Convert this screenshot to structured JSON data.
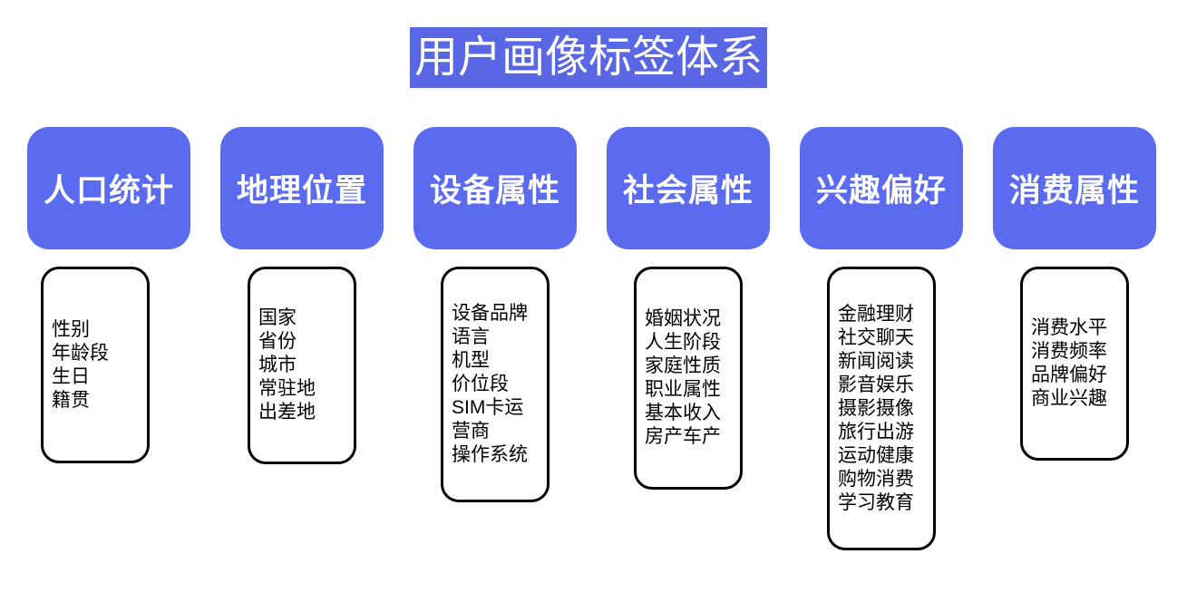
{
  "title": "用户画像标签体系",
  "colors": {
    "title_bg": "#5a67e5",
    "category_bg": "#5b6bf0",
    "header_text": "#ffffff",
    "list_border": "#000000",
    "list_text": "#000000"
  },
  "columns": [
    {
      "header": "人口统计",
      "items": [
        "性别",
        "年龄段",
        "生日",
        "籍贯"
      ]
    },
    {
      "header": "地理位置",
      "items": [
        "国家",
        "省份",
        "城市",
        "常驻地",
        "出差地"
      ]
    },
    {
      "header": "设备属性",
      "items": [
        "设备品牌",
        "语言",
        "机型",
        "价位段",
        "SIM卡运营商",
        "操作系统"
      ]
    },
    {
      "header": "社会属性",
      "items": [
        "婚姻状况",
        "人生阶段",
        "家庭性质",
        "职业属性",
        "基本收入",
        "房产车产"
      ]
    },
    {
      "header": "兴趣偏好",
      "items": [
        "金融理财",
        "社交聊天",
        "新闻阅读",
        "影音娱乐",
        "摄影摄像",
        "旅行出游",
        "运动健康",
        "购物消费",
        "学习教育"
      ]
    },
    {
      "header": "消费属性",
      "items": [
        "消费水平",
        "消费频率",
        "品牌偏好",
        "商业兴趣"
      ]
    }
  ]
}
